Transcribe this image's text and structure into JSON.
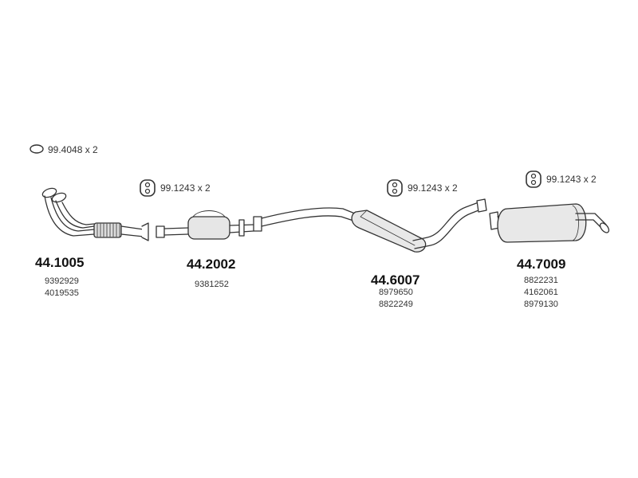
{
  "hardware": [
    {
      "icon": "ring-gasket-icon",
      "label": "99.4048 x 2"
    },
    {
      "icon": "rubber-hanger-icon",
      "label": "99.1243 x 2"
    },
    {
      "icon": "rubber-hanger-icon",
      "label": "99.1243 x 2"
    },
    {
      "icon": "rubber-hanger-icon",
      "label": "99.1243 x 2"
    }
  ],
  "parts": [
    {
      "number": "44.1005",
      "oem": [
        "9392929",
        "4019535"
      ]
    },
    {
      "number": "44.2002",
      "oem": [
        "9381252"
      ]
    },
    {
      "number": "44.6007",
      "oem": [
        "8979650",
        "8822249"
      ]
    },
    {
      "number": "44.7009",
      "oem": [
        "8822231",
        "4162061",
        "8979130"
      ]
    }
  ]
}
